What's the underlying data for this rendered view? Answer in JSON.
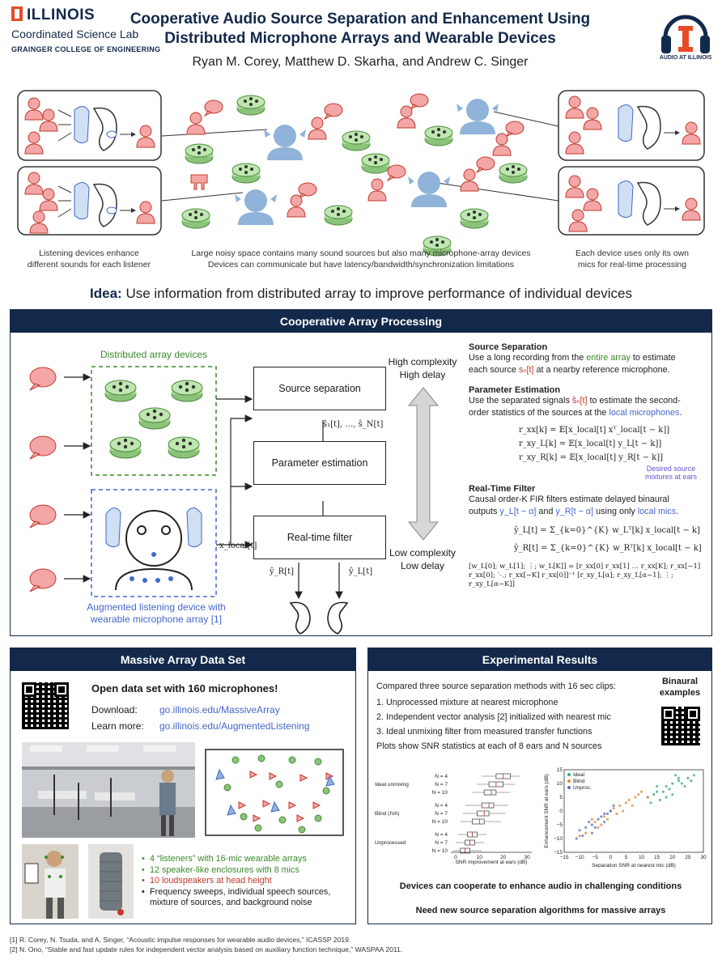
{
  "header": {
    "logo": "ILLINOIS",
    "lab": "Coordinated Science Lab",
    "college": "GRAINGER COLLEGE OF ENGINEERING",
    "title_line1": "Cooperative Audio Source Separation and Enhancement Using",
    "title_line2": "Distributed Microphone Arrays and Wearable Devices",
    "authors": "Ryan M. Corey, Matthew D. Skarha, and Andrew C. Singer",
    "audio_logo": "AUDIO AT ILLINOIS"
  },
  "scenario": {
    "caption_left": [
      "Listening devices enhance",
      "different sounds for each listener"
    ],
    "caption_center": [
      "Large noisy space contains many sound sources but also many microphone-array devices",
      "Devices can communicate but have latency/bandwidth/synchronization limitations"
    ],
    "caption_right": [
      "Each device uses only its own",
      "mics for real-time processing"
    ]
  },
  "idea": {
    "label": "Idea:",
    "text": "Use information from distributed array to improve performance of individual devices"
  },
  "cooperative": {
    "heading": "Cooperative Array Processing",
    "distributed_label": "Distributed array devices",
    "augmented_label_1": "Augmented listening device with",
    "augmented_label_2": "wearable microphone array [1]",
    "box_source_sep": "Source separation",
    "box_param": "Parameter estimation",
    "box_filter": "Real-time filter",
    "sep_outputs": "ŝ₁[t], …, ŝ_N[t]",
    "x_local": "x_local[t]",
    "yR": "ŷ_R[t]",
    "yL": "ŷ_L[t]",
    "high_1": "High complexity",
    "high_2": "High delay",
    "low_1": "Low complexity",
    "low_2": "Low delay",
    "ss_title": "Source Separation",
    "ss_text_1": "Use a long recording from the ",
    "ss_text_green": "entire array",
    "ss_text_2": " to estimate",
    "ss_text_3": "each source ",
    "ss_text_red": "sₙ[t]",
    "ss_text_4": " at a nearby reference microphone.",
    "pe_title": "Parameter Estimation",
    "pe_text_1": "Use the separated signals ",
    "pe_text_red": "ŝₙ[t]",
    "pe_text_2": " to estimate the second-",
    "pe_text_3": "order statistics of the sources at the ",
    "pe_text_blue": "local microphones",
    "pe_text_4": ".",
    "eq1": "r_xx[k] = 𝔼[x_local[t] xᵀ_local[t − k]]",
    "eq2": "r_xy_L[k] = 𝔼[x_local[t] y_L[t − k]]",
    "eq3": "r_xy_R[k] = 𝔼[x_local[t] y_R[t − k]]",
    "desired_1": "Desired source",
    "desired_2": "mixtures at ears",
    "rt_title": "Real-Time Filter",
    "rt_text_1": "Causal order-K FIR filters estimate delayed binaural",
    "rt_text_2a": "outputs ",
    "rt_text_2b": "y_L[t − α]",
    "rt_text_2c": " and ",
    "rt_text_2d": "y_R[t − α]",
    "rt_text_2e": " using only ",
    "rt_text_2f": "local mics",
    "rt_text_2g": ".",
    "eq4": "ŷ_L[t] = Σ_{k=0}^{K} w_Lᵀ[k] x_local[t − k]",
    "eq5": "ŷ_R[t] = Σ_{k=0}^{K} w_Rᵀ[k] x_local[t − k]",
    "matrix": "[w_L[0]; w_L[1]; ⋮; w_L[K]] = [r_xx[0] r_xx[1] … r_xx[K]; r_xx[−1] r_xx[0]; ⋱; r_xx[−K] r_xx[0]]⁻¹ [r_xy_L[α]; r_xy_L[α−1]; ⋮; r_xy_L[α−K]]"
  },
  "dataset": {
    "heading": "Massive Array Data Set",
    "open": "Open data set with 160 microphones!",
    "download_label": "Download:",
    "download_link": "go.illinois.edu/MassiveArray",
    "learn_label": "Learn more:",
    "learn_link": "go.illinois.edu/AugmentedListening",
    "bullets": [
      "4 “listeners” with 16-mic wearable arrays",
      "12 speaker-like enclosures with 8 mics",
      "10 loudspeakers at head height",
      "Frequency sweeps, individual speech sources, mixture of sources, and background noise"
    ],
    "bullet_colors": [
      "#3a8a2a",
      "#3a8a2a",
      "#c0392b",
      "#222222"
    ]
  },
  "results": {
    "heading": "Experimental Results",
    "intro": "Compared three source separation methods with 16 sec clips:",
    "methods": [
      "1.  Unprocessed mixture at nearest microphone",
      "2.  Independent vector analysis [2] initialized with nearest mic",
      "3.  Ideal unmixing filter from measured transfer functions"
    ],
    "plots_note": "Plots show SNR statistics at each of 8 ears and N sources",
    "binaural_1": "Binaural",
    "binaural_2": "examples",
    "conclusion_1": "Devices can cooperate to enhance audio in challenging conditions",
    "conclusion_2": "Need new source separation algorithms for massive arrays",
    "box_groups": [
      "Ideal unmixing",
      "Blind (IVA)",
      "Unprocessed"
    ],
    "box_n": [
      "N = 4",
      "N = 7",
      "N = 10"
    ],
    "box_xlabel": "SNR improvement at ears (dB)",
    "box_xticks": [
      "0",
      "10",
      "20",
      "30"
    ],
    "scatter_ylabel": "Enhancement SNR at ears (dB)",
    "scatter_xlabel": "Separation SNR at nearest mic (dB)",
    "scatter_xticks": [
      "−15",
      "−10",
      "−5",
      "0",
      "5",
      "10",
      "15",
      "20",
      "25",
      "30"
    ],
    "scatter_yticks": [
      "15",
      "10",
      "5",
      "0",
      "−5",
      "−10",
      "−15"
    ],
    "legend": [
      "Ideal",
      "Blind",
      "Unproc."
    ]
  },
  "chart_data": [
    {
      "type": "box",
      "categories": [
        "Ideal unmixing N=4",
        "Ideal unmixing N=7",
        "Ideal unmixing N=10",
        "Blind (IVA) N=4",
        "Blind (IVA) N=7",
        "Blind (IVA) N=10",
        "Unprocessed N=4",
        "Unprocessed N=7",
        "Unprocessed N=10"
      ],
      "series": [
        {
          "name": "median",
          "values": [
            20,
            17,
            15,
            14,
            12,
            10,
            7,
            6,
            4
          ]
        },
        {
          "name": "q1",
          "values": [
            17,
            14,
            12,
            11,
            9,
            7,
            5,
            4,
            2
          ]
        },
        {
          "name": "q3",
          "values": [
            23,
            20,
            17,
            16,
            14,
            12,
            9,
            8,
            6
          ]
        },
        {
          "name": "min",
          "values": [
            11,
            9,
            7,
            4,
            3,
            2,
            1,
            0,
            -1
          ]
        },
        {
          "name": "max",
          "values": [
            27,
            25,
            23,
            22,
            21,
            19,
            13,
            12,
            11
          ]
        }
      ],
      "xlabel": "SNR improvement at ears (dB)",
      "xlim": [
        -2,
        32
      ]
    },
    {
      "type": "scatter",
      "series": [
        {
          "name": "Ideal",
          "color": "#3aa883",
          "points": [
            [
              12,
              5
            ],
            [
              15,
              7
            ],
            [
              18,
              9
            ],
            [
              20,
              10
            ],
            [
              22,
              11
            ],
            [
              25,
              12
            ],
            [
              16,
              4
            ],
            [
              19,
              8
            ],
            [
              23,
              10
            ],
            [
              14,
              6
            ],
            [
              21,
              13
            ],
            [
              24,
              9
            ],
            [
              17,
              7
            ],
            [
              26,
              11
            ],
            [
              13,
              3
            ],
            [
              20,
              6
            ],
            [
              22,
              12
            ],
            [
              18,
              5
            ],
            [
              27,
              13
            ],
            [
              15,
              9
            ]
          ]
        },
        {
          "name": "Blind",
          "color": "#e08a3a",
          "points": [
            [
              -8,
              -8
            ],
            [
              -5,
              -4
            ],
            [
              -2,
              -2
            ],
            [
              0,
              0
            ],
            [
              3,
              2
            ],
            [
              5,
              3
            ],
            [
              8,
              5
            ],
            [
              -10,
              -9
            ],
            [
              -3,
              -5
            ],
            [
              2,
              -1
            ],
            [
              6,
              4
            ],
            [
              9,
              6
            ],
            [
              -6,
              -3
            ],
            [
              1,
              1
            ],
            [
              4,
              0
            ],
            [
              10,
              7
            ],
            [
              -1,
              -3
            ],
            [
              7,
              2
            ],
            [
              12,
              5
            ],
            [
              -4,
              -6
            ]
          ]
        },
        {
          "name": "Unproc.",
          "color": "#5a6fc2",
          "points": [
            [
              -10,
              -7
            ],
            [
              -8,
              -6
            ],
            [
              -6,
              -5
            ],
            [
              -4,
              -3
            ],
            [
              -2,
              -1
            ],
            [
              0,
              0
            ],
            [
              -9,
              -9
            ],
            [
              -7,
              -4
            ],
            [
              -5,
              -6
            ],
            [
              -3,
              -2
            ],
            [
              -1,
              -1
            ],
            [
              1,
              2
            ],
            [
              -11,
              -10
            ],
            [
              -6,
              -8
            ],
            [
              -2,
              -4
            ]
          ]
        }
      ],
      "xlabel": "Separation SNR at nearest mic (dB)",
      "ylabel": "Enhancement SNR at ears (dB)",
      "xlim": [
        -15,
        30
      ],
      "ylim": [
        -15,
        15
      ]
    }
  ],
  "references": [
    "[1] R. Corey, N. Tsuda, and A. Singer, “Acoustic impulse responses for wearable audio devices,” ICASSP 2019.",
    "[2] N. Ono, “Stable and fast update rules for independent vector analysis based on auxiliary function technique,” WASPAA 2011."
  ]
}
